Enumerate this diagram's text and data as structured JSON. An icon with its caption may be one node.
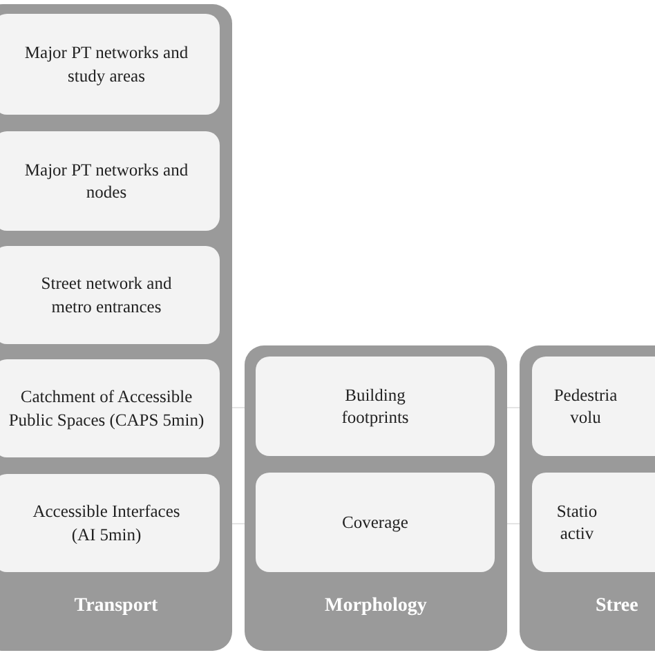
{
  "diagram": {
    "nodes": [
      {
        "text": [
          "Transport"
        ]
      },
      {
        "text": [
          "Major PT networks and study areas"
        ],
        "in": 0
      },
      {
        "text": [
          "Major PT networks and nodes"
        ],
        "in": 0
      },
      {
        "text": [
          "Street network and metro entrances"
        ],
        "in": 0
      },
      {
        "text": [
          "Catchment of Accessible Public Spaces (CAPS 5min)"
        ],
        "in": 0
      },
      {
        "text": [
          "Accessible Interfaces (AI 5min)"
        ],
        "in": 0
      },
      {
        "text": [
          "Morphology"
        ]
      },
      {
        "text": [
          "Building footprints"
        ],
        "in": 6
      },
      {
        "text": [
          "Coverage"
        ],
        "in": 6
      },
      {
        "text": [
          "Stree"
        ]
      },
      {
        "text": [
          "Pedestria volu"
        ],
        "in": 9
      },
      {
        "text": [
          "Statio activ"
        ],
        "in": 9
      }
    ],
    "edges": [
      {
        "from": 0,
        "to": 6,
        "arrow": "none",
        "color": "#e4e4e4"
      },
      {
        "from": 0,
        "to": 6,
        "arrow": "none",
        "color": "#e4e4e4"
      },
      {
        "from": 6,
        "to": 9,
        "arrow": "none",
        "color": "#e4e4e4"
      },
      {
        "from": 6,
        "to": 9,
        "arrow": "none",
        "color": "#e4e4e4"
      }
    ]
  }
}
